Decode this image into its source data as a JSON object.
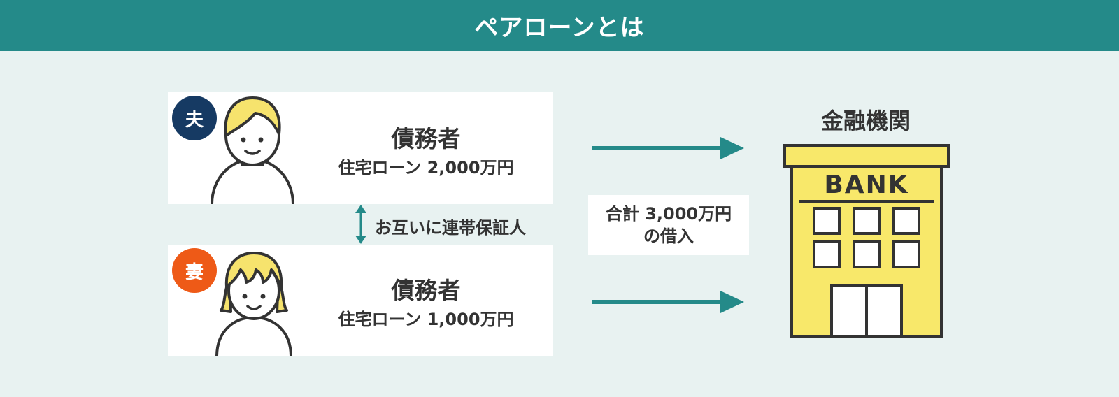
{
  "header": {
    "title": "ペアローンとは"
  },
  "husband": {
    "badge": "夫",
    "role": "債務者",
    "loan": "住宅ローン 2,000万円"
  },
  "wife": {
    "badge": "妻",
    "role": "債務者",
    "loan": "住宅ローン 1,000万円"
  },
  "mutual_guarantee": "お互いに連帯保証人",
  "total": {
    "line1": "合計 3,000万円",
    "line2": "の借入"
  },
  "bank": {
    "title": "金融機関",
    "sign": "BANK"
  },
  "colors": {
    "header": "#248a89",
    "background": "#e8f2f1",
    "husband_badge": "#163a63",
    "wife_badge": "#ee5a17",
    "arrow": "#248a89",
    "bank_fill": "#f8e86a",
    "hair": "#f6e36d"
  }
}
